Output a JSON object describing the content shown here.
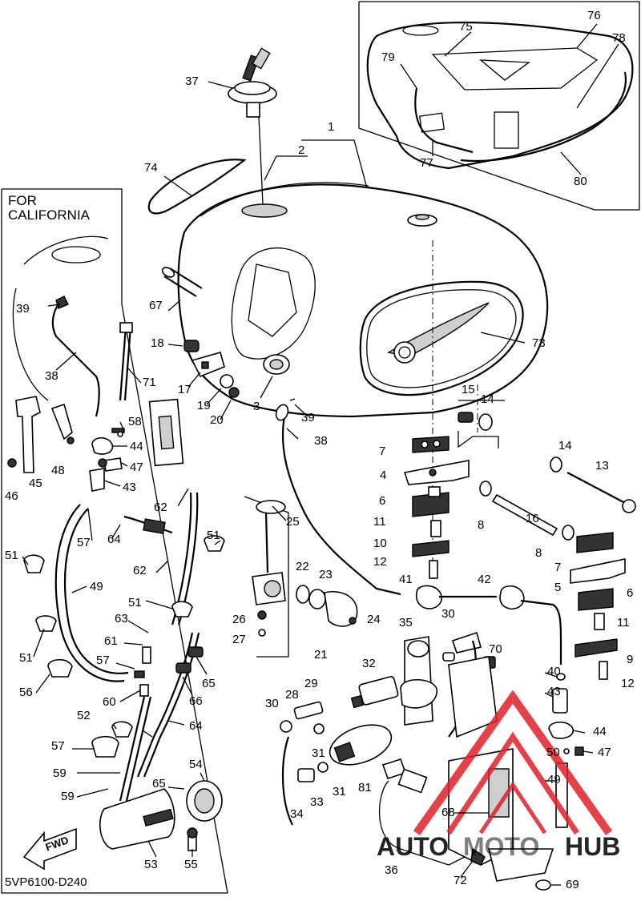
{
  "diagram": {
    "code": "5VP6100-D240",
    "inset_label": "FOR\nCALIFORNIA",
    "inset_label_lines": [
      "FOR",
      "CALIFORNIA"
    ],
    "fwd_label": "FWD",
    "watermark_left": "AUTO",
    "watermark_mid": "MOTO",
    "watermark_right": "HUB",
    "watermark_color": "#e0202a",
    "watermark_accent": "#f3a41c"
  },
  "callouts": [
    "1",
    "2",
    "3",
    "4",
    "5",
    "6",
    "6",
    "7",
    "7",
    "8",
    "8",
    "9",
    "10",
    "11",
    "11",
    "12",
    "12",
    "13",
    "14",
    "14",
    "15",
    "16",
    "17",
    "18",
    "19",
    "20",
    "21",
    "22",
    "23",
    "24",
    "25",
    "26",
    "27",
    "28",
    "29",
    "30",
    "30",
    "31",
    "31",
    "32",
    "33",
    "34",
    "35",
    "36",
    "37",
    "38",
    "38",
    "39",
    "39",
    "40",
    "41",
    "42",
    "43",
    "43",
    "44",
    "44",
    "45",
    "46",
    "47",
    "47",
    "48",
    "49",
    "49",
    "50",
    "51",
    "51",
    "51",
    "51",
    "52",
    "53",
    "54",
    "55",
    "56",
    "57",
    "57",
    "57",
    "58",
    "59",
    "59",
    "60",
    "61",
    "62",
    "62",
    "63",
    "64",
    "64",
    "65",
    "65",
    "66",
    "67",
    "68",
    "69",
    "70",
    "71",
    "72",
    "73",
    "74",
    "75",
    "76",
    "77",
    "78",
    "79",
    "80",
    "81"
  ]
}
